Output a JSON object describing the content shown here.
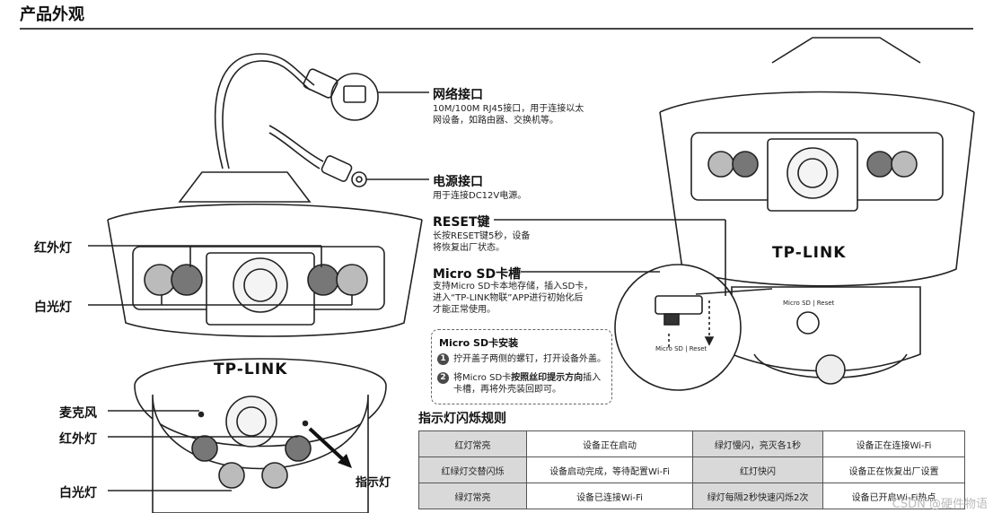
{
  "page": {
    "title": "产品外观"
  },
  "left_labels": {
    "ir_light_top": "红外灯",
    "white_light_top": "白光灯",
    "microphone": "麦克风",
    "ir_light_bottom": "红外灯",
    "white_light_bottom": "白光灯",
    "indicator": "指示灯"
  },
  "brand": {
    "left_logo": "TP-LINK",
    "right_logo": "TP-LINK"
  },
  "callouts": {
    "network": {
      "title": "网络接口",
      "lines": [
        "10M/100M RJ45接口，用于连接以太",
        "网设备，如路由器、交换机等。"
      ]
    },
    "power": {
      "title": "电源接口",
      "lines": [
        "用于连接DC12V电源。"
      ]
    },
    "reset": {
      "title": "RESET键",
      "lines": [
        "长按RESET键5秒，设备",
        "将恢复出厂状态。"
      ]
    },
    "sd": {
      "title": "Micro SD卡槽",
      "lines": [
        "支持Micro SD卡本地存储，插入SD卡，",
        "进入“TP-LINK物联”APP进行初始化后",
        "才能正常使用。"
      ]
    }
  },
  "panel_labels": {
    "micro_sd": "Micro SD",
    "reset": "Reset"
  },
  "install": {
    "title": "Micro SD卡安装",
    "step1_num": "1",
    "step1": "拧开盖子两侧的螺钉，打开设备外盖。",
    "step2_num": "2",
    "step2_pre": "将Micro SD卡",
    "step2_bold": "按照丝印提示方向",
    "step2_post": "插入",
    "step2_line2": "卡槽，再将外壳装回即可。"
  },
  "indicator_rules": {
    "title": "指示灯闪烁规则",
    "rows": [
      [
        "红灯常亮",
        "设备正在启动",
        "绿灯慢闪，亮灭各1秒",
        "设备正在连接Wi-Fi"
      ],
      [
        "红绿灯交替闪烁",
        "设备启动完成，等待配置Wi-Fi",
        "红灯快闪",
        "设备正在恢复出厂设置"
      ],
      [
        "绿灯常亮",
        "设备已连接Wi-Fi",
        "绿灯每隔2秒快速闪烁2次",
        "设备已开启Wi-Fi热点"
      ]
    ]
  },
  "watermark": "CSDN @硬件物语"
}
